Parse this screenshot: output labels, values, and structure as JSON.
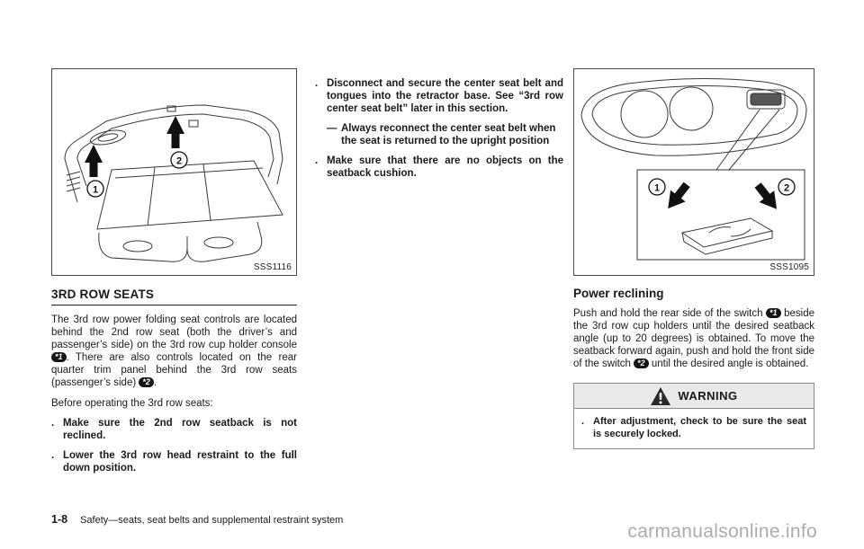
{
  "left": {
    "figure_caption": "SSS1116",
    "heading": "3RD ROW SEATS",
    "para1": {
      "part1": "The 3rd row power folding seat controls are located behind the 2nd row seat (both the driver’s and passenger’s side) on the 3rd row cup holder console ",
      "badge1": "*1",
      "part2": ". There are also controls located on the rear quarter trim panel behind the 3rd row seats (passenger’s side) ",
      "badge2": "*2",
      "part3": "."
    },
    "intro": "Before operating the 3rd row seats:",
    "bullets": [
      {
        "marker": ".",
        "text": "Make sure the 2nd row seatback is not reclined."
      },
      {
        "marker": ".",
        "text": "Lower the 3rd row head restraint to the full down position."
      }
    ]
  },
  "middle": {
    "bullet1": {
      "marker": ".",
      "text": "Disconnect and secure the center seat belt and tongues into the retractor base. See “3rd row center seat belt” later in this section."
    },
    "sub1": {
      "marker": "—",
      "text": "Always reconnect the center seat belt when the seat is returned to the upright position"
    },
    "bullet2": {
      "marker": ".",
      "text": "Make sure that there are no objects on the seatback cushion."
    }
  },
  "right": {
    "figure_caption": "SSS1095",
    "heading": "Power reclining",
    "para": {
      "part1": "Push and hold the rear side of the switch ",
      "badge1": "*1",
      "part2": " beside the 3rd row cup holders until the desired seatback angle (up to 20 degrees) is obtained. To move the seatback forward again, push and hold the front side of the switch ",
      "badge2": "*2",
      "part3": " until the desired angle is obtained."
    },
    "warning": {
      "title": "WARNING",
      "marker": ".",
      "text": "After adjustment, check to be sure the seat is securely locked."
    }
  },
  "figures": {
    "label1": "1",
    "label2": "2"
  },
  "footer": {
    "page_number": "1-8",
    "text": "Safety—seats, seat belts and supplemental restraint system"
  },
  "watermark": "carmanualsonline.info"
}
